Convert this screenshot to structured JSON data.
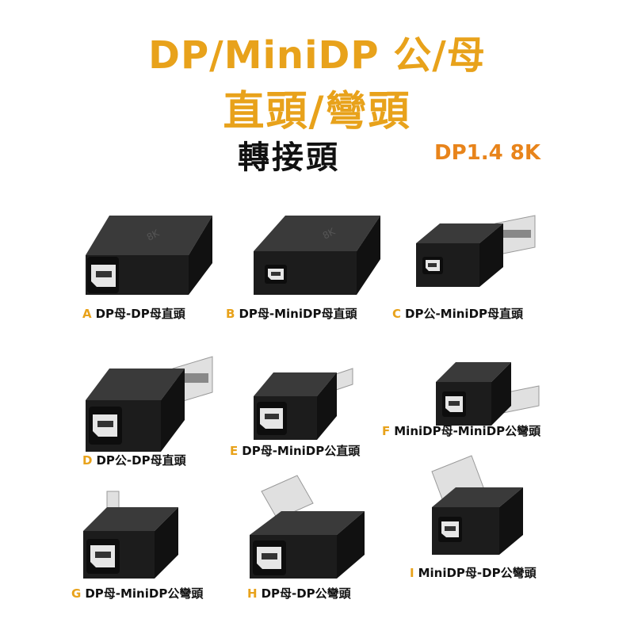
{
  "title": {
    "line1": "DP/MiniDP 公/母",
    "line2": "直頭/彎頭",
    "line3": "轉接頭",
    "spec": "DP1.4 8K"
  },
  "colors": {
    "accent": "#e8a21b",
    "spec": "#e8841b",
    "text": "#111111",
    "body": "#1a1a1a"
  },
  "products": [
    {
      "letter": "A",
      "name": "DP母-DP母直頭"
    },
    {
      "letter": "B",
      "name": "DP母-MiniDP母直頭"
    },
    {
      "letter": "C",
      "name": "DP公-MiniDP母直頭"
    },
    {
      "letter": "D",
      "name": "DP公-DP母直頭"
    },
    {
      "letter": "E",
      "name": "DP母-MiniDP公直頭"
    },
    {
      "letter": "F",
      "name": "MiniDP母-MiniDP公彎頭"
    },
    {
      "letter": "G",
      "name": "DP母-MiniDP公彎頭"
    },
    {
      "letter": "H",
      "name": "DP母-DP公彎頭"
    },
    {
      "letter": "I",
      "name": "MiniDP母-DP公彎頭"
    }
  ]
}
